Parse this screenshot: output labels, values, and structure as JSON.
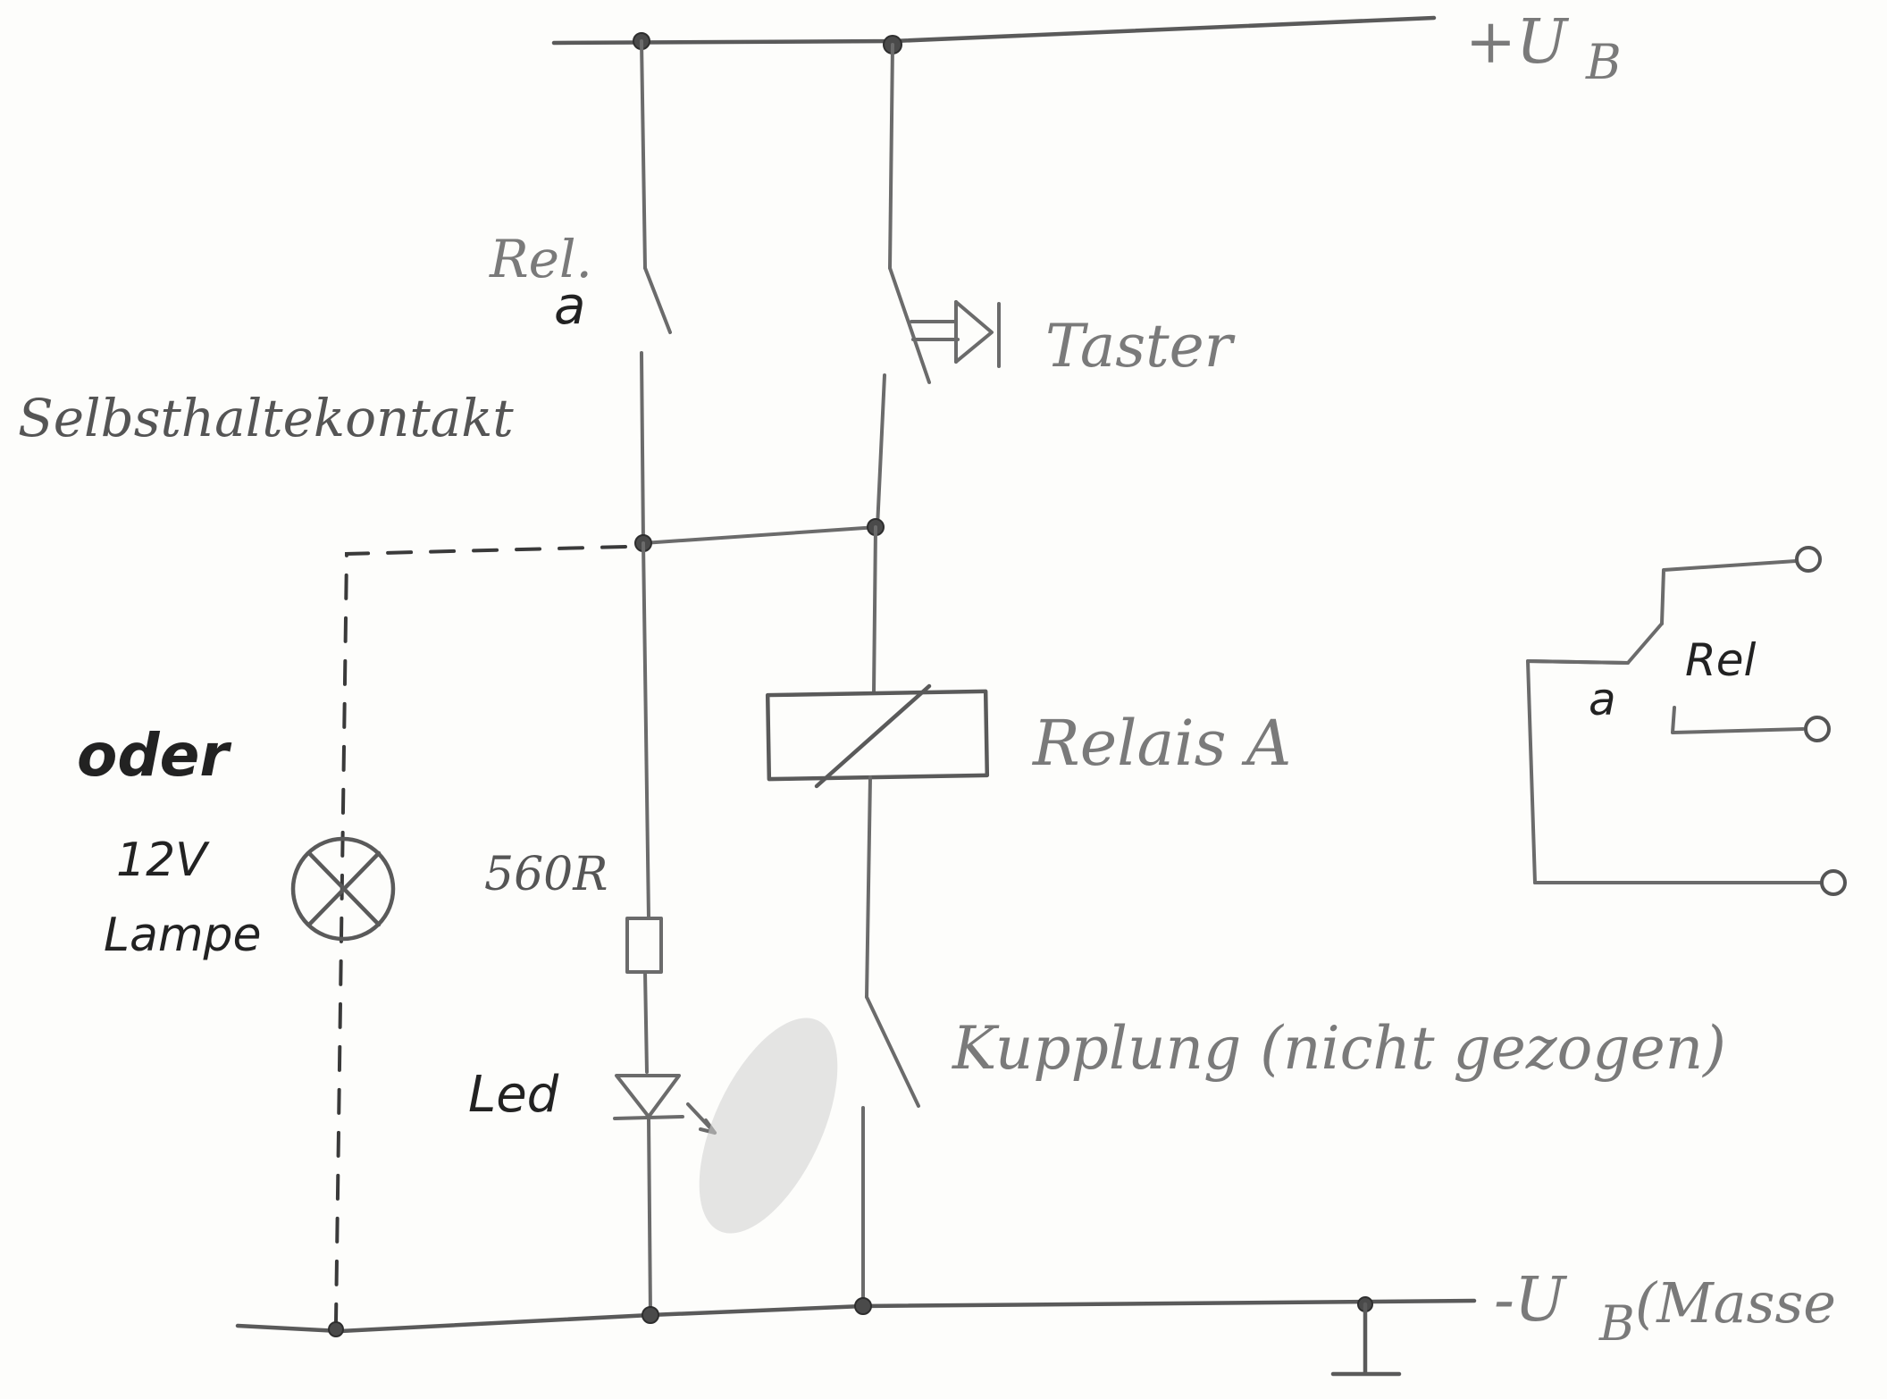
{
  "diagram": {
    "supply_plus": "+U",
    "supply_plus_sub": "B",
    "supply_minus": "-U",
    "supply_minus_sub": "B",
    "supply_minus_note": "(Masse",
    "rel_label": "Rel.",
    "rel_contact": "a",
    "self_hold_contact": "Selbsthaltekontakt",
    "push_button": "Taster",
    "relay": "Relais A",
    "clutch": "Kupplung (nicht gezogen)",
    "or": "oder",
    "lamp_voltage": "12V",
    "lamp": "Lampe",
    "resistor": "560R",
    "led": "Led",
    "inset_rel": "Rel",
    "inset_contact": "a"
  }
}
